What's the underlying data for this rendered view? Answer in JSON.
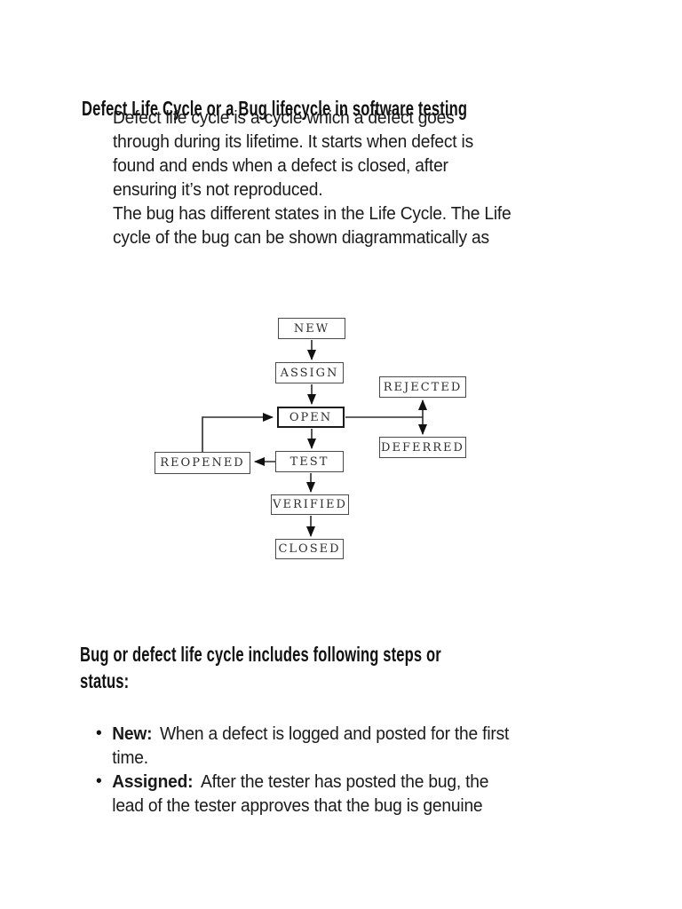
{
  "page": {
    "title": "Defect Life Cycle or a Bug lifecycle in software testing",
    "intro_lines": [
      "Defect life cycle is a cycle which a defect goes",
      "through during its lifetime. It starts when defect is",
      "found and ends when a defect is closed, after",
      "ensuring it’s not reproduced.",
      "The bug has different states in the Life Cycle. The Life",
      "cycle of the bug can be shown diagrammatically as"
    ],
    "section_heading_lines": [
      "Bug or defect life cycle includes following steps or",
      "status:"
    ],
    "bullet_glyph": "•",
    "bullets": [
      {
        "term": "New:",
        "line1": "When a defect is logged and posted for the first",
        "line2": "time."
      },
      {
        "term": "Assigned:",
        "line1": "After the tester has posted the bug, the",
        "line2": "lead of the tester approves that the bug is genuine"
      }
    ]
  },
  "diagram": {
    "nodes": {
      "new": {
        "label": "NEW"
      },
      "assign": {
        "label": "ASSIGN"
      },
      "open": {
        "label": "OPEN"
      },
      "rejected": {
        "label": "REJECTED"
      },
      "deferred": {
        "label": "DEFERRED"
      },
      "test": {
        "label": "TEST"
      },
      "reopened": {
        "label": "REOPENED"
      },
      "verified": {
        "label": "VERIFIED"
      },
      "closed": {
        "label": "CLOSED"
      }
    },
    "edges": [
      {
        "from": "NEW",
        "to": "ASSIGN",
        "type": "arrow"
      },
      {
        "from": "ASSIGN",
        "to": "OPEN",
        "type": "arrow"
      },
      {
        "from": "OPEN",
        "to": "TEST",
        "type": "arrow"
      },
      {
        "from": "TEST",
        "to": "VERIFIED",
        "type": "arrow"
      },
      {
        "from": "VERIFIED",
        "to": "CLOSED",
        "type": "arrow"
      },
      {
        "from": "OPEN",
        "to": "REJECTED",
        "type": "bidirectional"
      },
      {
        "from": "OPEN",
        "to": "DEFERRED",
        "type": "bidirectional"
      },
      {
        "from": "TEST",
        "to": "REOPENED",
        "type": "arrow"
      },
      {
        "from": "REOPENED",
        "to": "OPEN",
        "type": "arrow"
      }
    ],
    "colors": {
      "box_border": "#4a4a4a",
      "box_border_emphasis": "#1b1b1b",
      "connector_line": "#2b2b2b",
      "label_text": "#2e2e2e"
    }
  },
  "colors": {
    "page_background": "#ffffff",
    "body_text": "#1a1a1a",
    "heading_text": "#111111"
  }
}
